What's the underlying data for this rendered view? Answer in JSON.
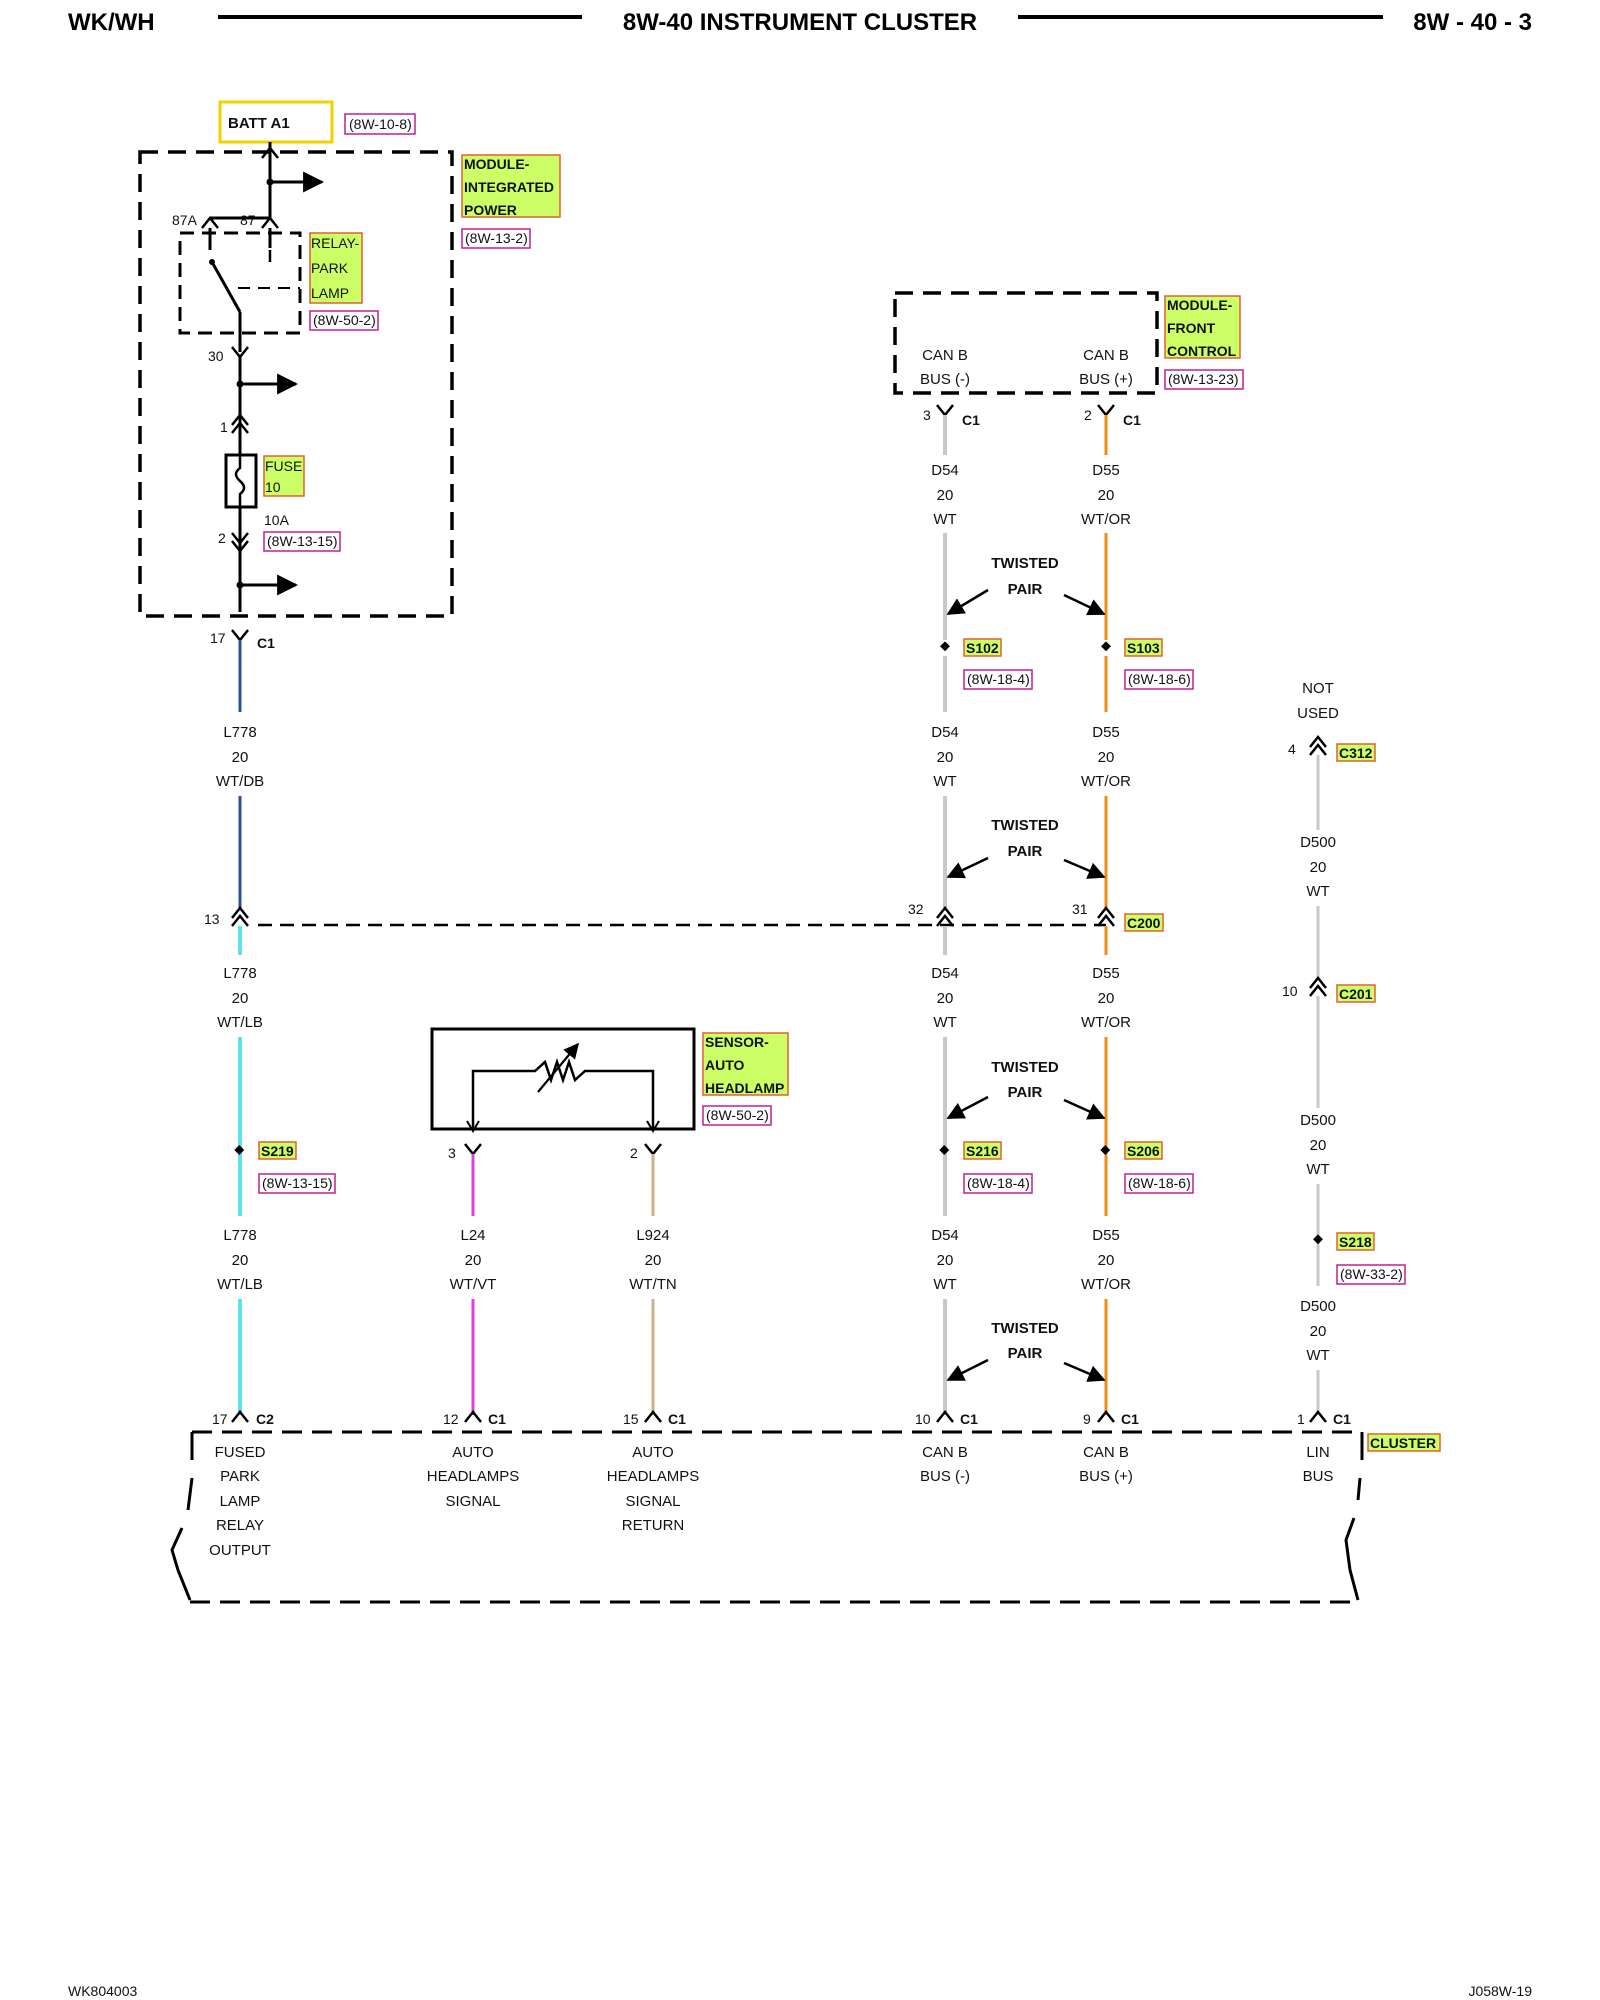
{
  "header": {
    "left": "WK/WH",
    "center": "8W-40 INSTRUMENT CLUSTER",
    "right": "8W - 40 - 3"
  },
  "footer": {
    "left": "WK804003",
    "right": "J058W-19"
  },
  "colors": {
    "wt": "#c8c8c8",
    "wt_or": "#f08c14",
    "wt_db": "#2a4fa0",
    "wt_lb": "#5ee0f0",
    "wt_vt": "#e040e0",
    "wt_tn": "#c8b48c",
    "highlight": "#ccff66",
    "ref_border": "#c02090"
  },
  "batt": {
    "label": "BATT A1",
    "ref": "(8W-10-8)"
  },
  "ipm": {
    "lines": [
      "MODULE-",
      "INTEGRATED",
      "POWER"
    ],
    "ref": "(8W-13-2)"
  },
  "relay": {
    "lines": [
      "RELAY-",
      "PARK",
      "LAMP"
    ],
    "ref": "(8W-50-2)",
    "pin_87a": "87A",
    "pin_87": "87",
    "pin_30": "30"
  },
  "fuse": {
    "lines": [
      "FUSE",
      "10"
    ],
    "rating": "10A",
    "ref": "(8W-13-15)",
    "pin_top": "1",
    "pin_bottom": "2"
  },
  "fcm": {
    "lines": [
      "MODULE-",
      "FRONT",
      "CONTROL"
    ],
    "ref": "(8W-13-23)",
    "can_minus": [
      "CAN B",
      "BUS (-)"
    ],
    "can_plus": [
      "CAN B",
      "BUS (+)"
    ],
    "pin_minus": "3",
    "pin_plus": "2",
    "conn": "C1"
  },
  "sensor": {
    "lines": [
      "SENSOR-",
      "AUTO",
      "HEADLAMP"
    ],
    "ref": "(8W-50-2)",
    "pin_a": "3",
    "pin_b": "2"
  },
  "twisted": [
    "TWISTED",
    "PAIR"
  ],
  "wires": {
    "d54": [
      "D54",
      "20",
      "WT"
    ],
    "d55": [
      "D55",
      "20",
      "WT/OR"
    ],
    "l778_db": [
      "L778",
      "20",
      "WT/DB"
    ],
    "l778_lb": [
      "L778",
      "20",
      "WT/LB"
    ],
    "l24": [
      "L24",
      "20",
      "WT/VT"
    ],
    "l924": [
      "L924",
      "20",
      "WT/TN"
    ],
    "d500": [
      "D500",
      "20",
      "WT"
    ]
  },
  "splices": {
    "s102": {
      "name": "S102",
      "ref": "(8W-18-4)"
    },
    "s103": {
      "name": "S103",
      "ref": "(8W-18-6)"
    },
    "s216": {
      "name": "S216",
      "ref": "(8W-18-4)"
    },
    "s206": {
      "name": "S206",
      "ref": "(8W-18-6)"
    },
    "s219": {
      "name": "S219",
      "ref": "(8W-13-15)"
    },
    "s218": {
      "name": "S218",
      "ref": "(8W-33-2)"
    }
  },
  "connectors": {
    "ipm_out": {
      "pin": "17",
      "name": "C1"
    },
    "c200": {
      "name": "C200",
      "pin_l778": "13",
      "pin_d54": "32",
      "pin_d55": "31"
    },
    "c312": {
      "name": "C312",
      "pin": "4",
      "note": [
        "NOT",
        "USED"
      ]
    },
    "c201": {
      "name": "C201",
      "pin": "10"
    }
  },
  "cluster": {
    "name": "CLUSTER",
    "pins": [
      {
        "pin": "17",
        "conn": "C2",
        "label": [
          "FUSED",
          "PARK",
          "LAMP",
          "RELAY",
          "OUTPUT"
        ]
      },
      {
        "pin": "12",
        "conn": "C1",
        "label": [
          "AUTO",
          "HEADLAMPS",
          "SIGNAL"
        ]
      },
      {
        "pin": "15",
        "conn": "C1",
        "label": [
          "AUTO",
          "HEADLAMPS",
          "SIGNAL",
          "RETURN"
        ]
      },
      {
        "pin": "10",
        "conn": "C1",
        "label": [
          "CAN B",
          "BUS (-)"
        ]
      },
      {
        "pin": "9",
        "conn": "C1",
        "label": [
          "CAN B",
          "BUS (+)"
        ]
      },
      {
        "pin": "1",
        "conn": "C1",
        "label": [
          "LIN",
          "BUS"
        ]
      }
    ]
  }
}
